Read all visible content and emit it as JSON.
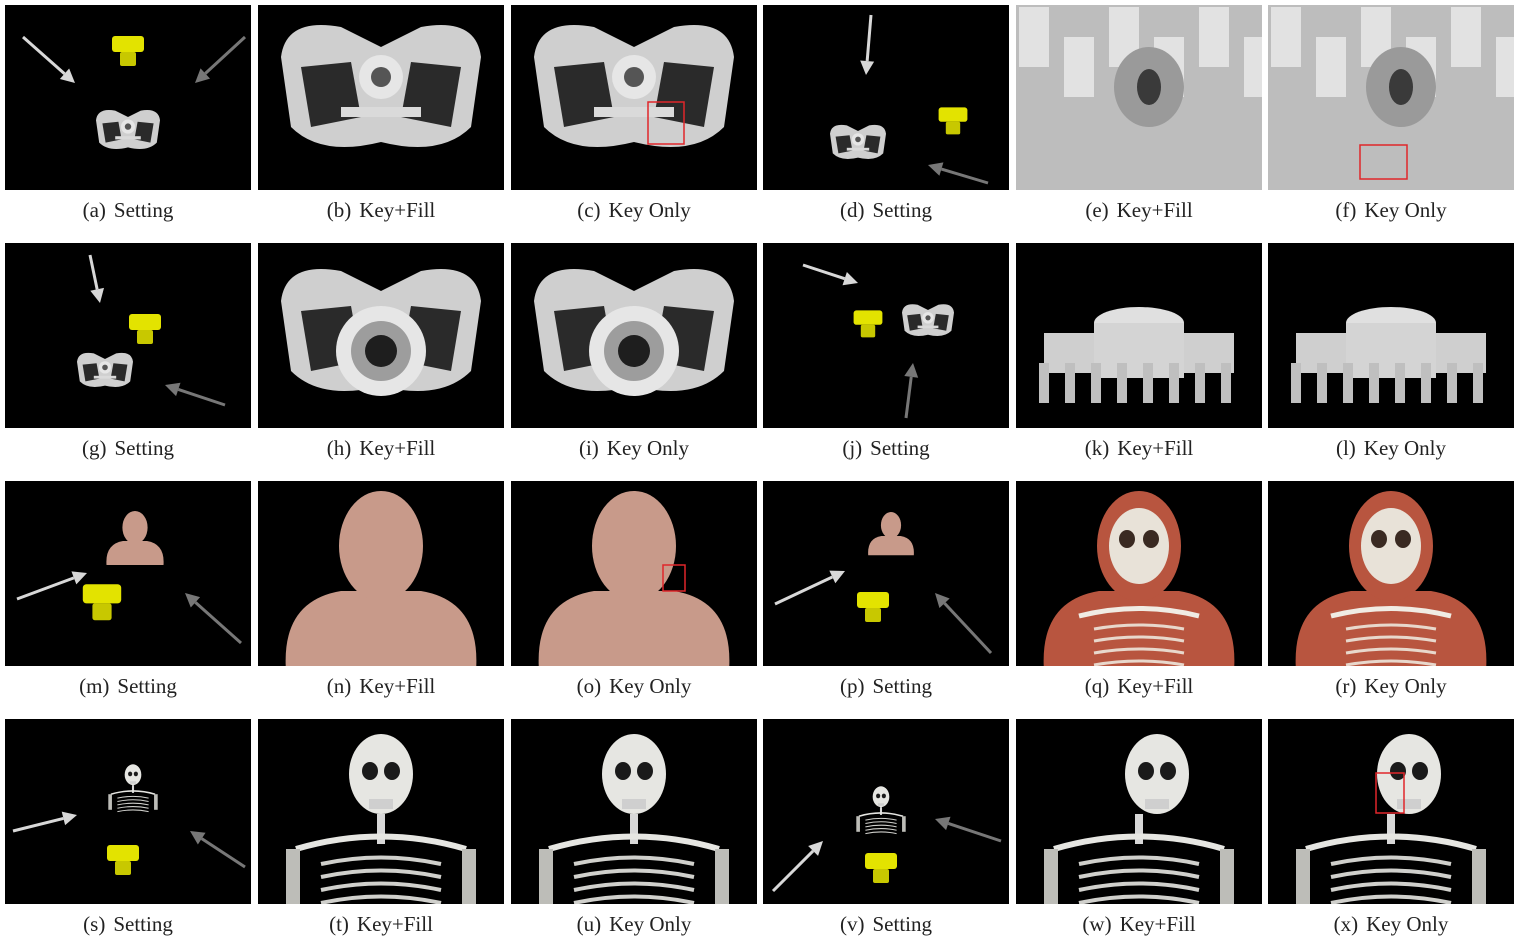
{
  "figure": {
    "panels": [
      {
        "tag": "(a)",
        "label": "Setting",
        "kind": "setting",
        "subject": "engine"
      },
      {
        "tag": "(b)",
        "label": "Key+Fill",
        "kind": "render",
        "subject": "engine-top"
      },
      {
        "tag": "(c)",
        "label": "Key Only",
        "kind": "render",
        "subject": "engine-top",
        "highlight": true
      },
      {
        "tag": "(d)",
        "label": "Setting",
        "kind": "setting",
        "subject": "engine"
      },
      {
        "tag": "(e)",
        "label": "Key+Fill",
        "kind": "render",
        "subject": "engine-close"
      },
      {
        "tag": "(f)",
        "label": "Key Only",
        "kind": "render",
        "subject": "engine-close",
        "highlight": true
      },
      {
        "tag": "(g)",
        "label": "Setting",
        "kind": "setting",
        "subject": "engine"
      },
      {
        "tag": "(h)",
        "label": "Key+Fill",
        "kind": "render",
        "subject": "engine-ring"
      },
      {
        "tag": "(i)",
        "label": "Key Only",
        "kind": "render",
        "subject": "engine-ring"
      },
      {
        "tag": "(j)",
        "label": "Setting",
        "kind": "setting",
        "subject": "engine"
      },
      {
        "tag": "(k)",
        "label": "Key+Fill",
        "kind": "render",
        "subject": "engine-side"
      },
      {
        "tag": "(l)",
        "label": "Key Only",
        "kind": "render",
        "subject": "engine-side"
      },
      {
        "tag": "(m)",
        "label": "Setting",
        "kind": "setting",
        "subject": "bust"
      },
      {
        "tag": "(n)",
        "label": "Key+Fill",
        "kind": "render",
        "subject": "bust-skin"
      },
      {
        "tag": "(o)",
        "label": "Key Only",
        "kind": "render",
        "subject": "bust-skin",
        "highlight": true
      },
      {
        "tag": "(p)",
        "label": "Setting",
        "kind": "setting",
        "subject": "bust"
      },
      {
        "tag": "(q)",
        "label": "Key+Fill",
        "kind": "render",
        "subject": "bust-muscle"
      },
      {
        "tag": "(r)",
        "label": "Key Only",
        "kind": "render",
        "subject": "bust-muscle"
      },
      {
        "tag": "(s)",
        "label": "Setting",
        "kind": "setting",
        "subject": "skeleton"
      },
      {
        "tag": "(t)",
        "label": "Key+Fill",
        "kind": "render",
        "subject": "skeleton-front"
      },
      {
        "tag": "(u)",
        "label": "Key Only",
        "kind": "render",
        "subject": "skeleton-front"
      },
      {
        "tag": "(v)",
        "label": "Setting",
        "kind": "setting",
        "subject": "skeleton"
      },
      {
        "tag": "(w)",
        "label": "Key+Fill",
        "kind": "render",
        "subject": "skeleton-side"
      },
      {
        "tag": "(x)",
        "label": "Key Only",
        "kind": "render",
        "subject": "skeleton-side",
        "highlight": true
      }
    ],
    "colors": {
      "background": "#000000",
      "light_marker": "#e3e300",
      "key_arrow": "#d8d8d8",
      "fill_arrow": "#777777",
      "engine": "#cfcfcf",
      "skin": "#c89a8a",
      "muscle": "#b8553f",
      "bone": "#e6e6e2",
      "highlight_box": "#e0262a"
    }
  }
}
